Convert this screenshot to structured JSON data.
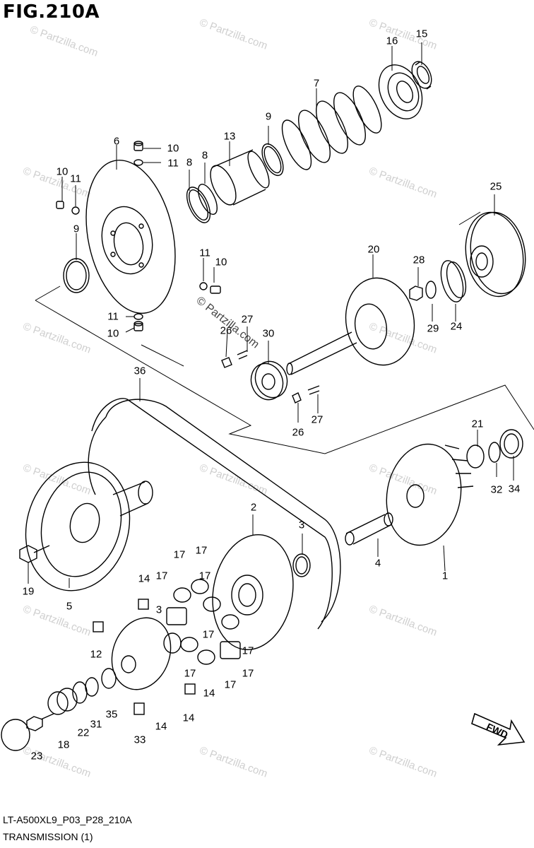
{
  "figure_title": "FIG.210A",
  "diagram_code": "LT-A500XL9_P03_P28_210A",
  "section_title": "TRANSMISSION (1)",
  "watermark_text": "© Partzilla.com",
  "fwd_label": "FWD",
  "part_numbers": [
    "15",
    "16",
    "7",
    "9",
    "13",
    "8",
    "8",
    "6",
    "10",
    "11",
    "10",
    "11",
    "9",
    "11",
    "10",
    "11",
    "10",
    "25",
    "20",
    "28",
    "29",
    "24",
    "27",
    "30",
    "26",
    "27",
    "26",
    "36",
    "21",
    "32",
    "34",
    "1",
    "4",
    "2",
    "3",
    "5",
    "19",
    "17",
    "17",
    "17",
    "17",
    "3",
    "17",
    "17",
    "17",
    "17",
    "17",
    "14",
    "14",
    "12",
    "14",
    "14",
    "33",
    "35",
    "31",
    "22",
    "18",
    "23"
  ],
  "colors": {
    "line": "#000000",
    "watermark": "#cfcfcf",
    "background": "#ffffff"
  }
}
